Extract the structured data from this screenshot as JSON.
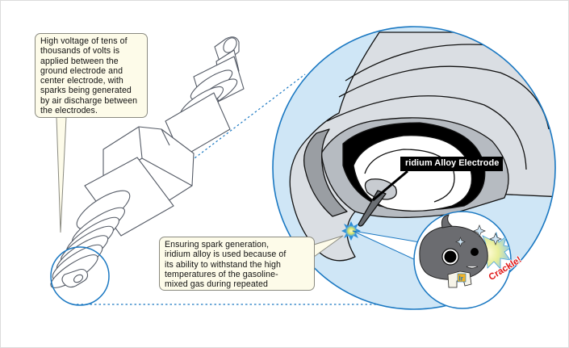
{
  "figure": {
    "subject": "Spark plug with iridium alloy electrode, magnified view",
    "colors": {
      "accent_blue": "#1a78c2",
      "zoom_fill": "#cfe6f6",
      "plug_gray": "#dadee3",
      "insulator_gray": "#9a9ea3",
      "callout_fill": "#fdfbe9",
      "label_bg": "#000000",
      "crackle_red": "#e01a1a"
    }
  },
  "callouts": {
    "voltage": "High voltage of tens of\nthousands of volts is\napplied between the\nground electrode and\ncenter electrode, with\nsparks being generated\nby air discharge between\nthe electrodes.",
    "iridium": "Ensuring spark generation,\niridium alloy is used because of\nits ability to withstand the high\ntemperatures of the gasoline-\nmixed gas during repeated"
  },
  "labels": {
    "electrode": "ridium Alloy Electrode",
    "sound_effect": "Crackle!"
  },
  "mascot": {
    "badge_text": "Ir"
  }
}
